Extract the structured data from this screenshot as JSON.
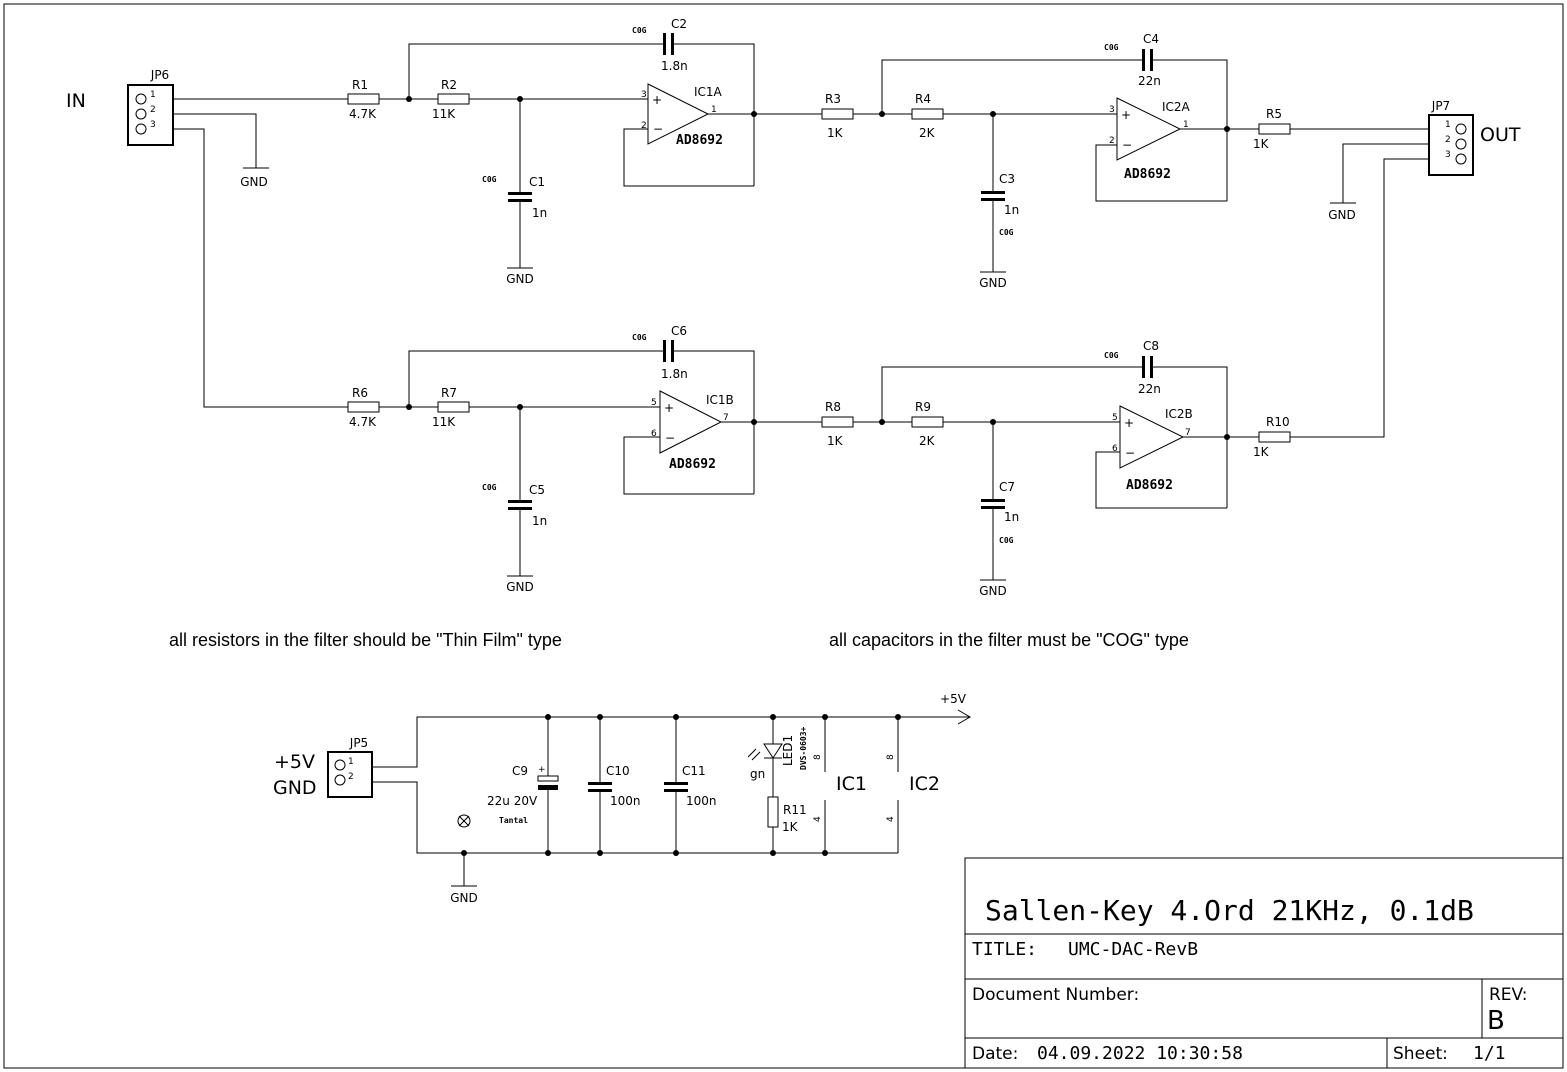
{
  "connectors": {
    "in": {
      "label": "IN",
      "ref": "JP6",
      "pins": [
        "1",
        "2",
        "3"
      ]
    },
    "out": {
      "label": "OUT",
      "ref": "JP7",
      "pins": [
        "1",
        "2",
        "3"
      ]
    },
    "power": {
      "label_v": "+5V",
      "label_g": "GND",
      "ref": "JP5",
      "pins": [
        "1",
        "2"
      ]
    }
  },
  "gnd": "GND",
  "rail": "+5V",
  "cog_mark": "C0G",
  "resistors": {
    "r1": {
      "ref": "R1",
      "value": "4.7K"
    },
    "r2": {
      "ref": "R2",
      "value": "11K"
    },
    "r3": {
      "ref": "R3",
      "value": "1K"
    },
    "r4": {
      "ref": "R4",
      "value": "2K"
    },
    "r5": {
      "ref": "R5",
      "value": "1K"
    },
    "r6": {
      "ref": "R6",
      "value": "4.7K"
    },
    "r7": {
      "ref": "R7",
      "value": "11K"
    },
    "r8": {
      "ref": "R8",
      "value": "1K"
    },
    "r9": {
      "ref": "R9",
      "value": "2K"
    },
    "r10": {
      "ref": "R10",
      "value": "1K"
    },
    "r11": {
      "ref": "R11",
      "value": "1K"
    }
  },
  "capacitors": {
    "c1": {
      "ref": "C1",
      "value": "1n"
    },
    "c2": {
      "ref": "C2",
      "value": "1.8n"
    },
    "c3": {
      "ref": "C3",
      "value": "1n"
    },
    "c4": {
      "ref": "C4",
      "value": "22n"
    },
    "c5": {
      "ref": "C5",
      "value": "1n"
    },
    "c6": {
      "ref": "C6",
      "value": "1.8n"
    },
    "c7": {
      "ref": "C7",
      "value": "1n"
    },
    "c8": {
      "ref": "C8",
      "value": "22n"
    },
    "c9": {
      "ref": "C9",
      "value": "22u 20V",
      "type": "Tantal"
    },
    "c10": {
      "ref": "C10",
      "value": "100n"
    },
    "c11": {
      "ref": "C11",
      "value": "100n"
    }
  },
  "opamps": {
    "ic1a": {
      "ref": "IC1A",
      "part": "AD8692",
      "pin_plus": "3",
      "pin_minus": "2",
      "pin_out": "1"
    },
    "ic2a": {
      "ref": "IC2A",
      "part": "AD8692",
      "pin_plus": "3",
      "pin_minus": "2",
      "pin_out": "1"
    },
    "ic1b": {
      "ref": "IC1B",
      "part": "AD8692",
      "pin_plus": "5",
      "pin_minus": "6",
      "pin_out": "7"
    },
    "ic2b": {
      "ref": "IC2B",
      "part": "AD8692",
      "pin_plus": "5",
      "pin_minus": "6",
      "pin_out": "7"
    }
  },
  "power_ics": {
    "ic1": {
      "ref": "IC1",
      "pin_top": "8",
      "pin_bottom": "4"
    },
    "ic2": {
      "ref": "IC2",
      "pin_top": "8",
      "pin_bottom": "4"
    }
  },
  "led": {
    "ref": "LED1",
    "color": "gn",
    "part": "DVS-0603+"
  },
  "notes": {
    "resistors": "all resistors in the filter should be \"Thin Film\" type",
    "capacitors": "all capacitors in the filter must be \"COG\" type"
  },
  "title_block": {
    "heading": "Sallen-Key 4.Ord 21KHz, 0.1dB",
    "title_label": "TITLE:",
    "title_value": "UMC-DAC-RevB",
    "docnum_label": "Document Number:",
    "rev_label": "REV:",
    "rev_value": "B",
    "date_label": "Date:",
    "date_value": "04.09.2022 10:30:58",
    "sheet_label": "Sheet:",
    "sheet_value": "1/1"
  }
}
